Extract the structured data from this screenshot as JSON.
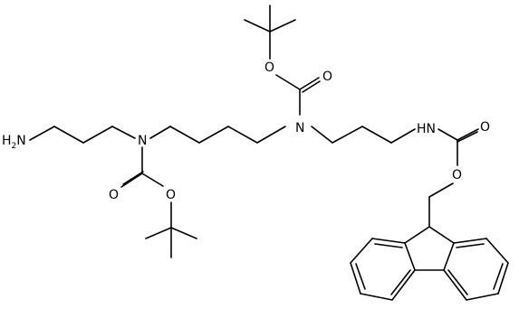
{
  "molecule": {
    "atoms": {
      "amine": "H2N",
      "amine_prefix": "H",
      "amine_subscript": "2",
      "amine_suffix": "N",
      "n1": "N",
      "n2": "N",
      "carbamate_nh": "HN",
      "o_boc1_ether": "O",
      "o_boc1_carbonyl": "O",
      "o_boc2_ether": "O",
      "o_boc2_carbonyl": "O",
      "o_fmoc_carbonyl": "O",
      "o_fmoc_ether": "O"
    }
  }
}
